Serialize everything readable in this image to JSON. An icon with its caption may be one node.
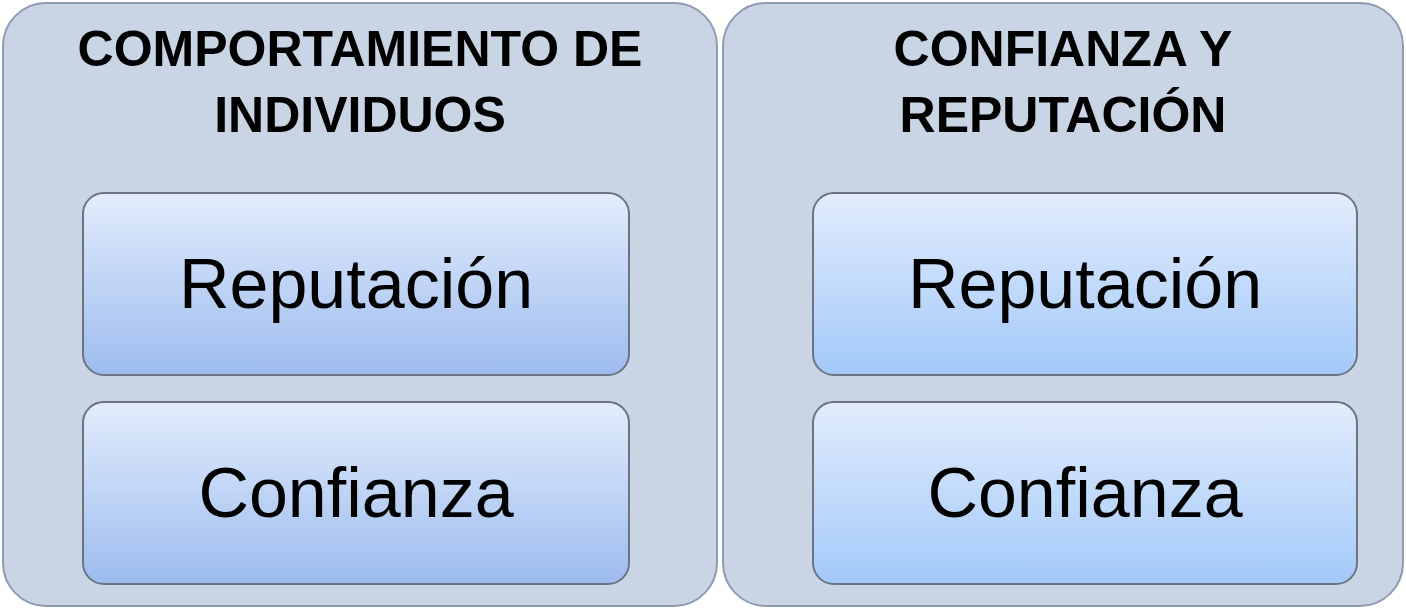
{
  "diagram": {
    "nodes": [
      {
        "text": [
          "COMPORTAMIENTO DE INDIVIDUOS"
        ]
      },
      {
        "text": [
          "Reputación"
        ],
        "in": 0
      },
      {
        "text": [
          "Confianza"
        ],
        "in": 0
      },
      {
        "text": [
          "CONFIANZA Y REPUTACIÓN"
        ]
      },
      {
        "text": [
          "Reputación"
        ],
        "in": 3
      },
      {
        "text": [
          "Confianza"
        ],
        "in": 3
      }
    ]
  }
}
